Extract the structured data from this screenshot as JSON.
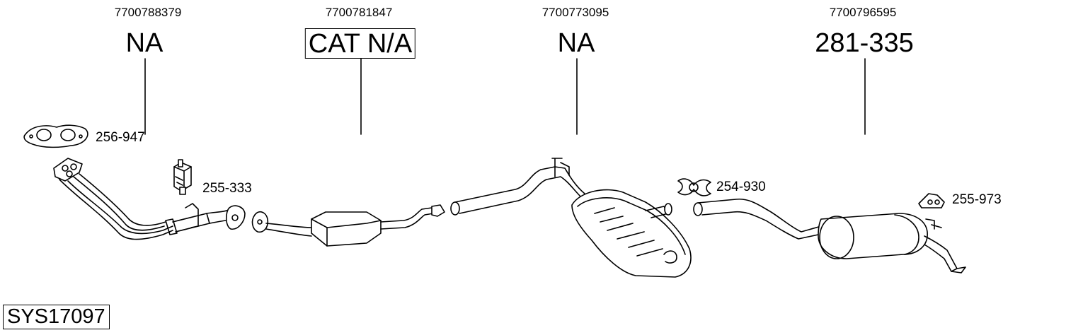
{
  "diagram": {
    "groups": [
      {
        "oem": "7700788379",
        "ref": "NA",
        "boxed": false
      },
      {
        "oem": "7700781847",
        "ref": "CAT N/A",
        "boxed": true
      },
      {
        "oem": "7700773095",
        "ref": "NA",
        "boxed": false
      },
      {
        "oem": "7700796595",
        "ref": "281-335",
        "boxed": false
      }
    ],
    "accessories": [
      {
        "label": "256-947",
        "icon": "gasket-icon"
      },
      {
        "label": "255-333",
        "icon": "rubber-mount-icon"
      },
      {
        "label": "254-930",
        "icon": "clamp-icon"
      },
      {
        "label": "255-973",
        "icon": "hanger-icon"
      }
    ],
    "system_id": "SYS17097"
  }
}
